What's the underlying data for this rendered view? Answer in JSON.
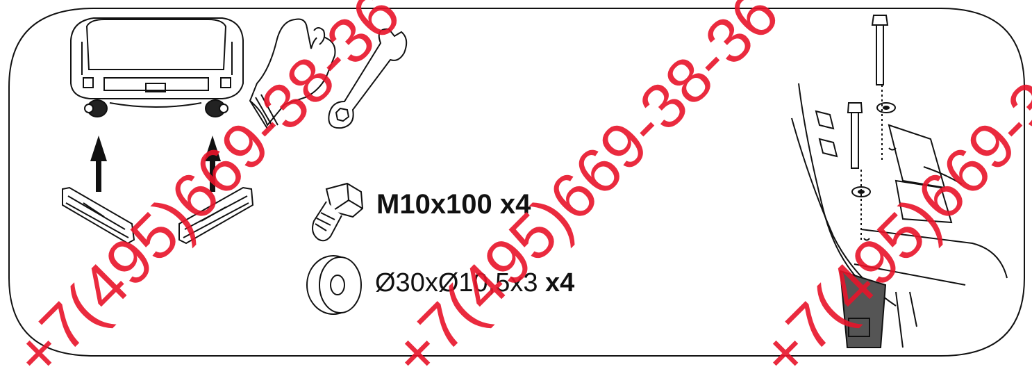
{
  "hardware": {
    "bolt_spec": "M10x100",
    "bolt_qty": "x4",
    "washer_spec": "Ø30xØ10,5x3",
    "washer_qty": "x4"
  },
  "watermark": {
    "text": "+7(495)669-38-36",
    "color": "#e8142a"
  },
  "icons": [
    "vehicle-rear-view-icon",
    "up-arrow-icon",
    "bracket-icon",
    "glove-icon",
    "wrench-icon",
    "bolt-icon",
    "washer-icon",
    "assembly-detail-icon"
  ]
}
